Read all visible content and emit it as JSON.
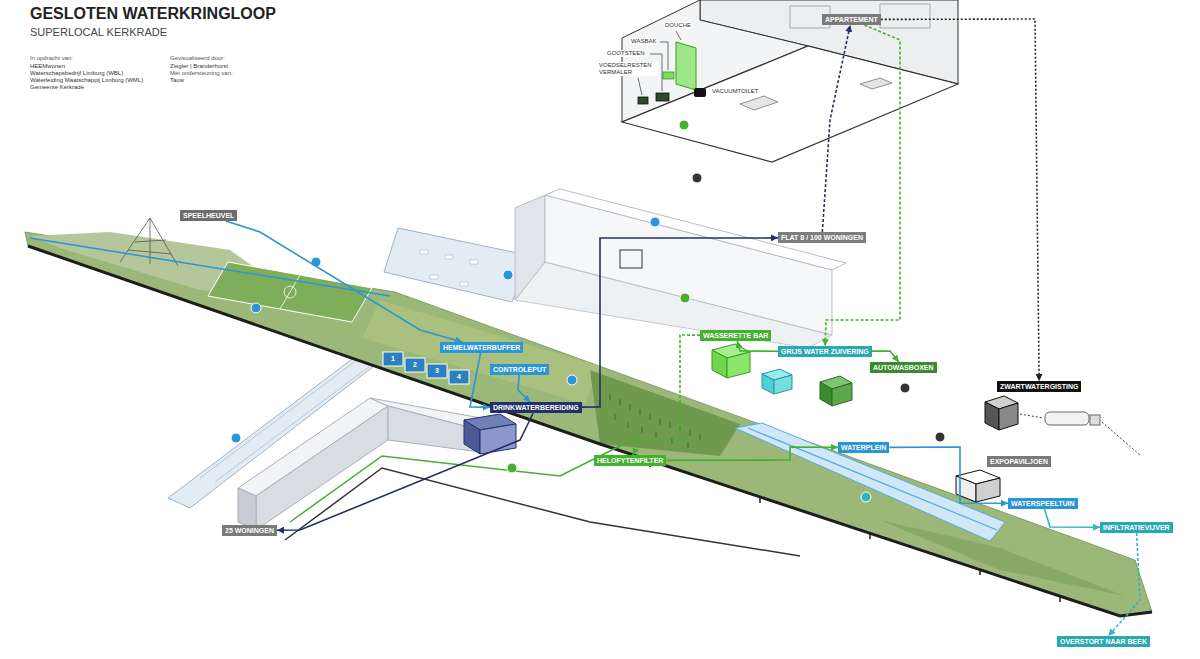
{
  "diagram": {
    "title": "GESLOTEN WATERKRINGLOOP",
    "nodes": [
      {
        "text": [
          "APPARTEMENT"
        ]
      },
      {
        "text": [
          "SPEELHEUVEL"
        ]
      },
      {
        "text": [
          "FLAT 8 / 100 WONINGEN"
        ]
      },
      {
        "text": [
          "WASSERETTE BAR"
        ]
      },
      {
        "text": [
          "HEMELWATERBUFFER"
        ]
      },
      {
        "text": [
          "GRIJS WATER ZUIVERING"
        ]
      },
      {
        "text": [
          "AUTOWASBOXEN"
        ]
      },
      {
        "text": [
          "CONTROLEPUT"
        ]
      },
      {
        "text": [
          "ZWARTWATERGISTING"
        ]
      },
      {
        "text": [
          "DRINKWATERBEREIDING"
        ]
      },
      {
        "text": [
          "WATERPLEIN"
        ]
      },
      {
        "text": [
          "HELOFYTENFILTER"
        ]
      },
      {
        "text": [
          "EXPOPAVILJOEN"
        ]
      },
      {
        "text": [
          "WATERSPEELTUIN"
        ]
      },
      {
        "text": [
          "INFILTRATIEVIJVER"
        ]
      },
      {
        "text": [
          "25 WONINGEN"
        ]
      },
      {
        "text": [
          "OVERSTORT NAAR BEEK"
        ]
      }
    ],
    "edges": [
      {
        "from": 1,
        "to": 4,
        "arrow": "to"
      },
      {
        "from": 7,
        "to": 9,
        "arrow": "to"
      },
      {
        "from": 4,
        "to": 9,
        "arrow": "to"
      },
      {
        "from": 9,
        "to": 2,
        "arrow": "to"
      },
      {
        "from": 2,
        "to": 0,
        "arrow": "to"
      },
      {
        "from": 0,
        "to": 5,
        "arrow": "to"
      },
      {
        "from": 5,
        "to": 3,
        "arrow": "to"
      },
      {
        "from": 5,
        "to": 6,
        "arrow": "to"
      },
      {
        "from": 3,
        "to": 11,
        "arrow": "to"
      },
      {
        "from": 11,
        "to": 10,
        "arrow": "to"
      },
      {
        "from": 10,
        "to": 13,
        "arrow": "to"
      },
      {
        "from": 13,
        "to": 14,
        "arrow": "to"
      },
      {
        "from": 14,
        "to": 16,
        "arrow": "to"
      },
      {
        "from": 0,
        "to": 8,
        "arrow": "to"
      },
      {
        "from": 9,
        "to": 15,
        "arrow": "to"
      }
    ],
    "labels": [
      "SUPERLOCAL KERKRADE",
      "In opdracht van:",
      "HEEMwonen",
      "Waterschapsbedrijf Limburg (WBL)",
      "Waterleiding Maatschappij Limburg (WML)",
      "Gemeente Kerkrade",
      "Gevisualiseerd door:",
      "Ziegler | Branderhorst",
      "Met ondersteuning van:",
      "Tauw",
      "DOUCHE",
      "WASBAK",
      "GOOTSTEEN",
      "VOEDSELRESTEN VERMALER",
      "VACUUMTOILET",
      "1",
      "2",
      "3",
      "4"
    ]
  }
}
